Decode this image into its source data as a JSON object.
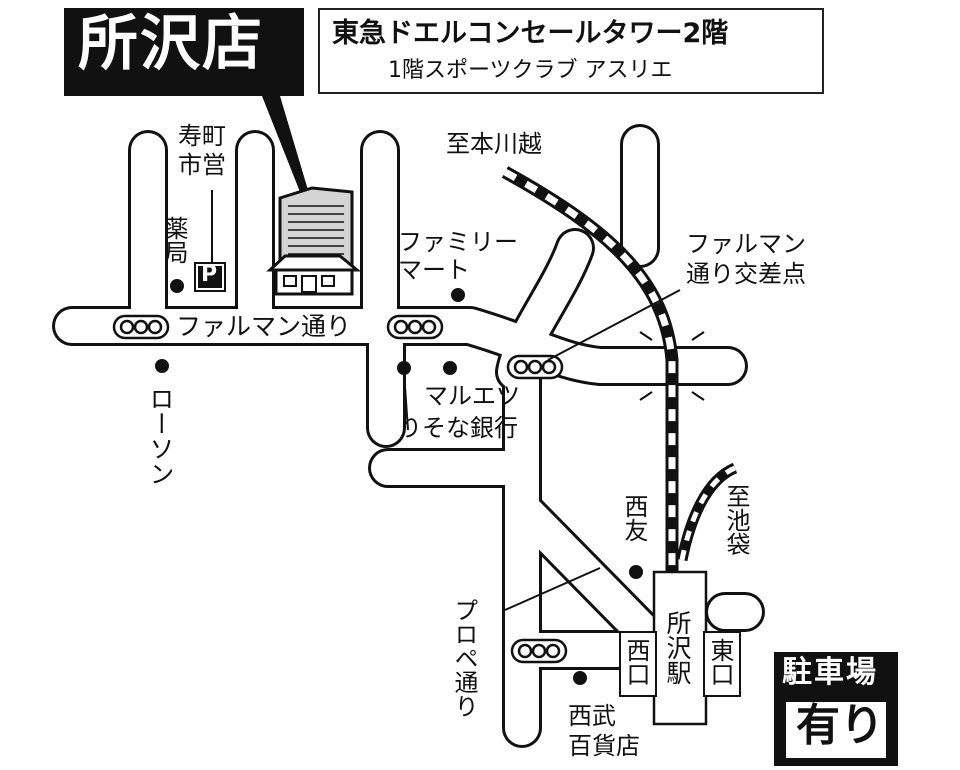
{
  "store": {
    "name": "所沢店"
  },
  "building": {
    "line1": "東急ドエルコンセールタワー2階",
    "line2": "1階スポーツクラブ アスリエ"
  },
  "parking": {
    "label": "駐車場",
    "status": "有り",
    "icon": "P"
  },
  "labels": {
    "kotobuki": "寿町市営",
    "pharmacy": "薬局",
    "to_kawagoe": "至本川越",
    "familymart": "ファミリーマート",
    "familymart_l1": "ファミリー",
    "familymart_l2": "マート",
    "farman_street": "ファルマン通り",
    "farman_crossing_l1": "ファルマン",
    "farman_crossing_l2": "通り交差点",
    "lawson": "ローソン",
    "maruetsu": "マルエツ",
    "resona": "りそな銀行",
    "seiyu": "西友",
    "to_ikebukuro": "至池袋",
    "prope_street": "プロペ通り",
    "west_exit": "西口",
    "east_exit": "東口",
    "station": "所沢駅",
    "seibu_l1": "西武",
    "seibu_l2": "百貨店"
  },
  "colors": {
    "ink": "#111111",
    "paper": "#ffffff",
    "building": "#d4d4d4"
  },
  "icons": {
    "traffic_light": "traffic-light-icon",
    "building": "building-icon",
    "landmark_dot": "landmark-dot-icon",
    "railway": "railway-icon",
    "parking": "parking-icon"
  }
}
